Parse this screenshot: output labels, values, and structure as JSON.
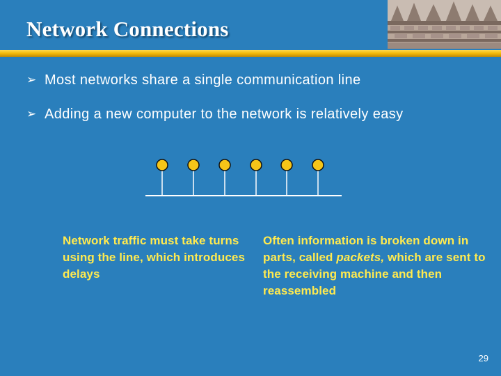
{
  "slide": {
    "title": "Network Connections",
    "bullets": [
      {
        "icon": "arrow-bullet-icon",
        "symbol": "➢",
        "text": "Most networks share a single communication line"
      },
      {
        "icon": "arrow-bullet-icon",
        "symbol": "➢",
        "text": "Adding a new computer to the network is relatively easy"
      }
    ],
    "notes": [
      {
        "text_before": "Network traffic must take turns using the line, which introduces delays"
      },
      {
        "text_before": "Often information is broken down in parts, called ",
        "emphasis": "packets,",
        "text_after": " which are sent to the receiving machine and then reassembled"
      }
    ],
    "page_number": "29"
  },
  "colors": {
    "background": "#2a7fbc",
    "accent_rule": "#f2b705",
    "node_fill": "#f5c518",
    "note_text": "#ffea4f"
  },
  "diagram": {
    "node_count": 6
  }
}
